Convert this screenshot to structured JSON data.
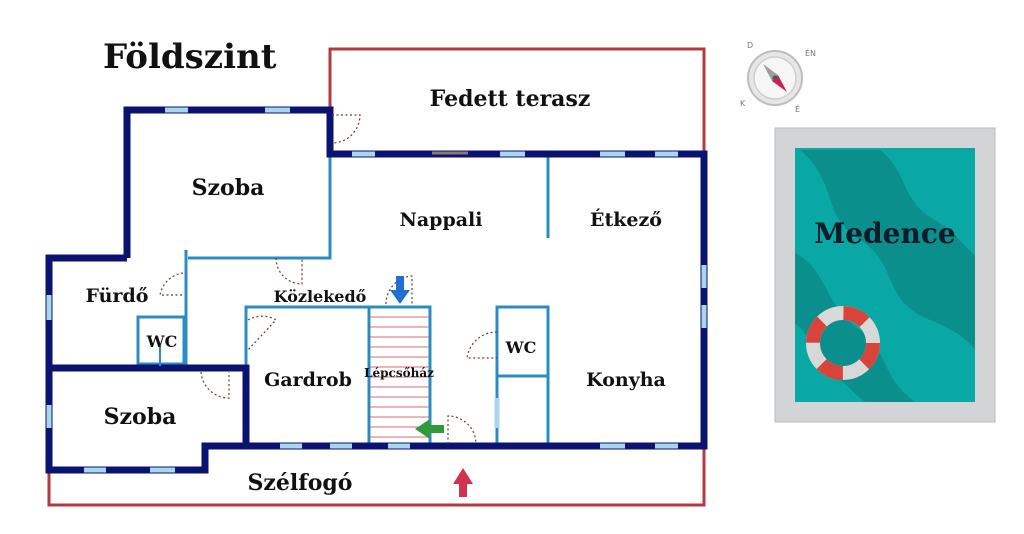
{
  "title": "Földszint",
  "rooms": {
    "fedett_terasz": "Fedett terasz",
    "szoba_top": "Szoba",
    "nappali": "Nappali",
    "etkezo": "Étkező",
    "furdo": "Fürdő",
    "kozlekedo": "Közlekedő",
    "wc_left": "WC",
    "wc_right": "WC",
    "gardrob": "Gardrob",
    "lepcsohaz": "Lépcsőház",
    "konyha": "Konyha",
    "szoba_bottom": "Szoba",
    "szelfogo": "Szélfogó"
  },
  "pool": {
    "label": "Medence"
  },
  "compass": {
    "letters": [
      "D",
      "ÉN",
      "É",
      "K"
    ]
  },
  "colors": {
    "outer_wall": "#0b1370",
    "inner_wall": "#2b8cc4",
    "terrace_outline": "#b5393d",
    "window": "#a9d6ea",
    "pool_water": "#0aa8a4",
    "pool_frame": "#d2d4d6",
    "arrow_blue": "#1e6fd0",
    "arrow_green": "#2e9a3a",
    "arrow_red": "#d2324d",
    "stair_line": "#d86a6a"
  },
  "icons": [
    "compass-icon",
    "lifebuoy-icon",
    "stair-down-arrow-icon",
    "stair-left-arrow-icon",
    "entrance-arrow-icon"
  ]
}
